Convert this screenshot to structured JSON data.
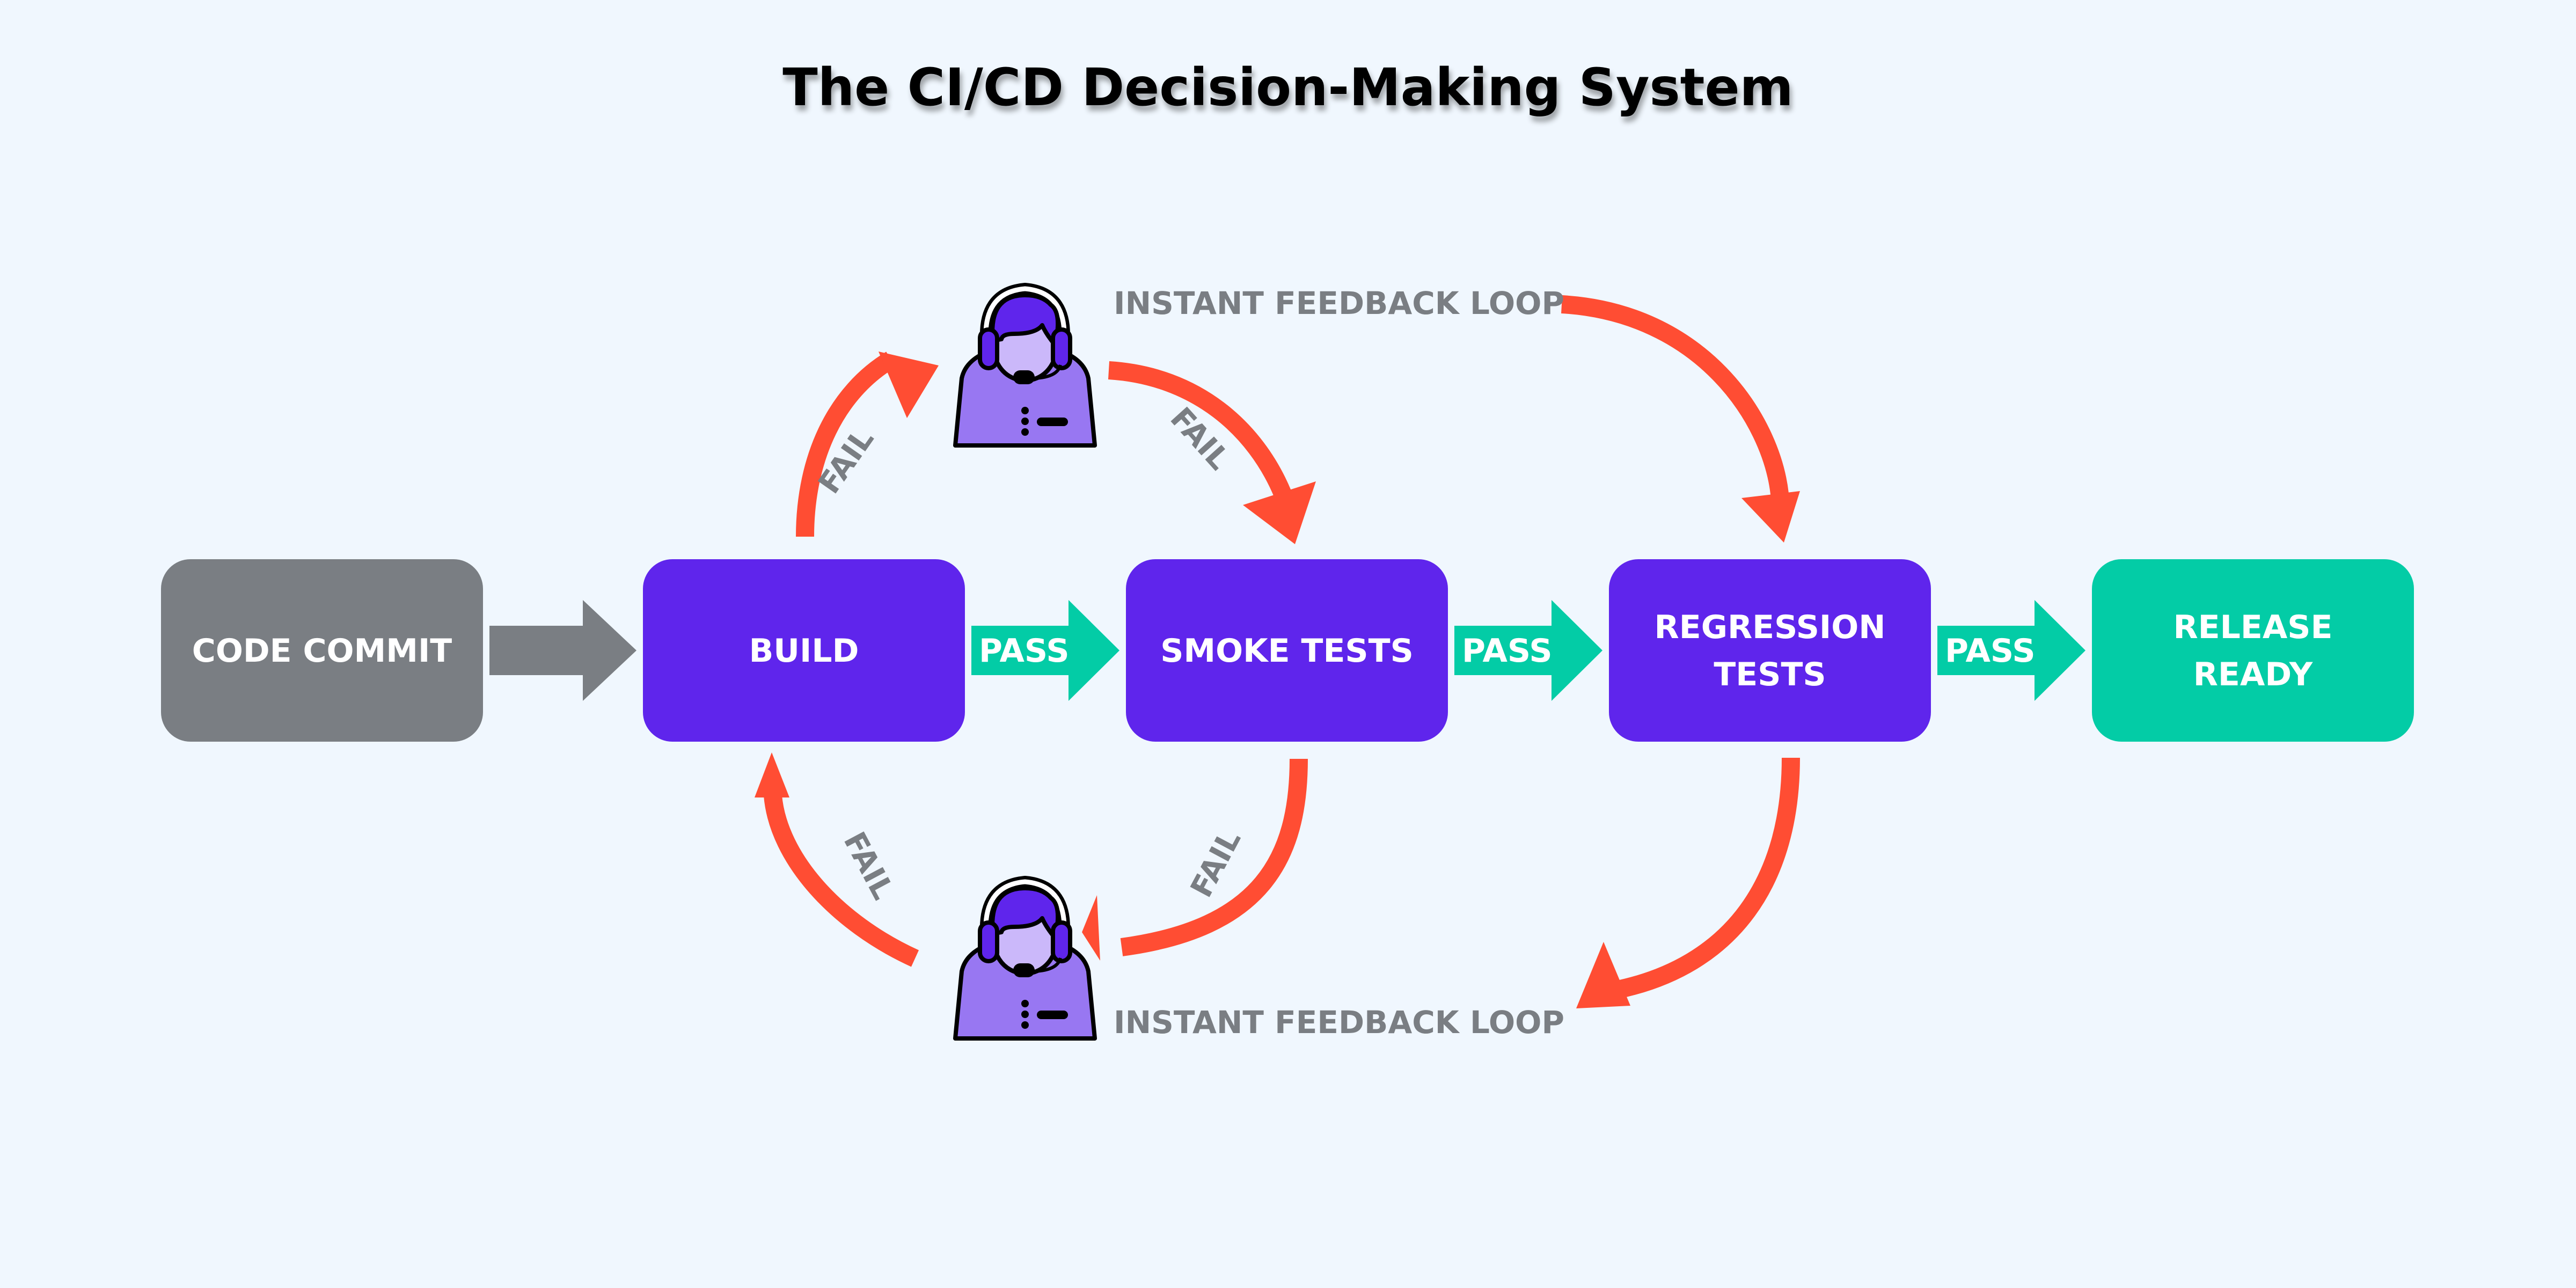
{
  "title": "The CI/CD Decision-Making System",
  "colors": {
    "background": "#F0F7FE",
    "stage": "#5F25EC",
    "commit": "#7A7E83",
    "release": "#03CCA6",
    "pass": "#03CCA6",
    "fail": "#FF4D33",
    "label_gray": "#7A7E83",
    "agent_hair": "#5F25EC",
    "agent_face": "#CBB8FA",
    "agent_body": "#9877F2"
  },
  "nodes": [
    {
      "id": "code-commit",
      "lines": [
        "CODE COMMIT"
      ],
      "kind": "commit"
    },
    {
      "id": "build",
      "lines": [
        "BUILD"
      ],
      "kind": "stage"
    },
    {
      "id": "smoke-tests",
      "lines": [
        "SMOKE TESTS"
      ],
      "kind": "stage"
    },
    {
      "id": "regression-tests",
      "lines": [
        "REGRESSION",
        "TESTS"
      ],
      "kind": "stage"
    },
    {
      "id": "release-ready",
      "lines": [
        "RELEASE",
        "READY"
      ],
      "kind": "release"
    }
  ],
  "connectors": [
    {
      "from": "code-commit",
      "to": "build",
      "label": "",
      "kind": "plain"
    },
    {
      "from": "build",
      "to": "smoke-tests",
      "label": "PASS",
      "kind": "pass"
    },
    {
      "from": "smoke-tests",
      "to": "regression-tests",
      "label": "PASS",
      "kind": "pass"
    },
    {
      "from": "regression-tests",
      "to": "release-ready",
      "label": "PASS",
      "kind": "pass"
    }
  ],
  "feedback": {
    "top": {
      "agent": "support-agent-icon",
      "label": "INSTANT FEEDBACK LOOP",
      "arrows": [
        {
          "from": "build",
          "to": "agent",
          "label": "FAIL"
        },
        {
          "from": "agent",
          "to": "smoke-tests",
          "label": "FAIL"
        },
        {
          "from": "agent",
          "to": "regression-tests",
          "label": ""
        }
      ]
    },
    "bottom": {
      "agent": "support-agent-icon",
      "label": "INSTANT FEEDBACK LOOP",
      "arrows": [
        {
          "from": "smoke-tests",
          "to": "agent",
          "label": "FAIL"
        },
        {
          "from": "agent",
          "to": "build",
          "label": "FAIL"
        },
        {
          "from": "regression-tests",
          "to": "agent",
          "label": ""
        }
      ]
    }
  }
}
